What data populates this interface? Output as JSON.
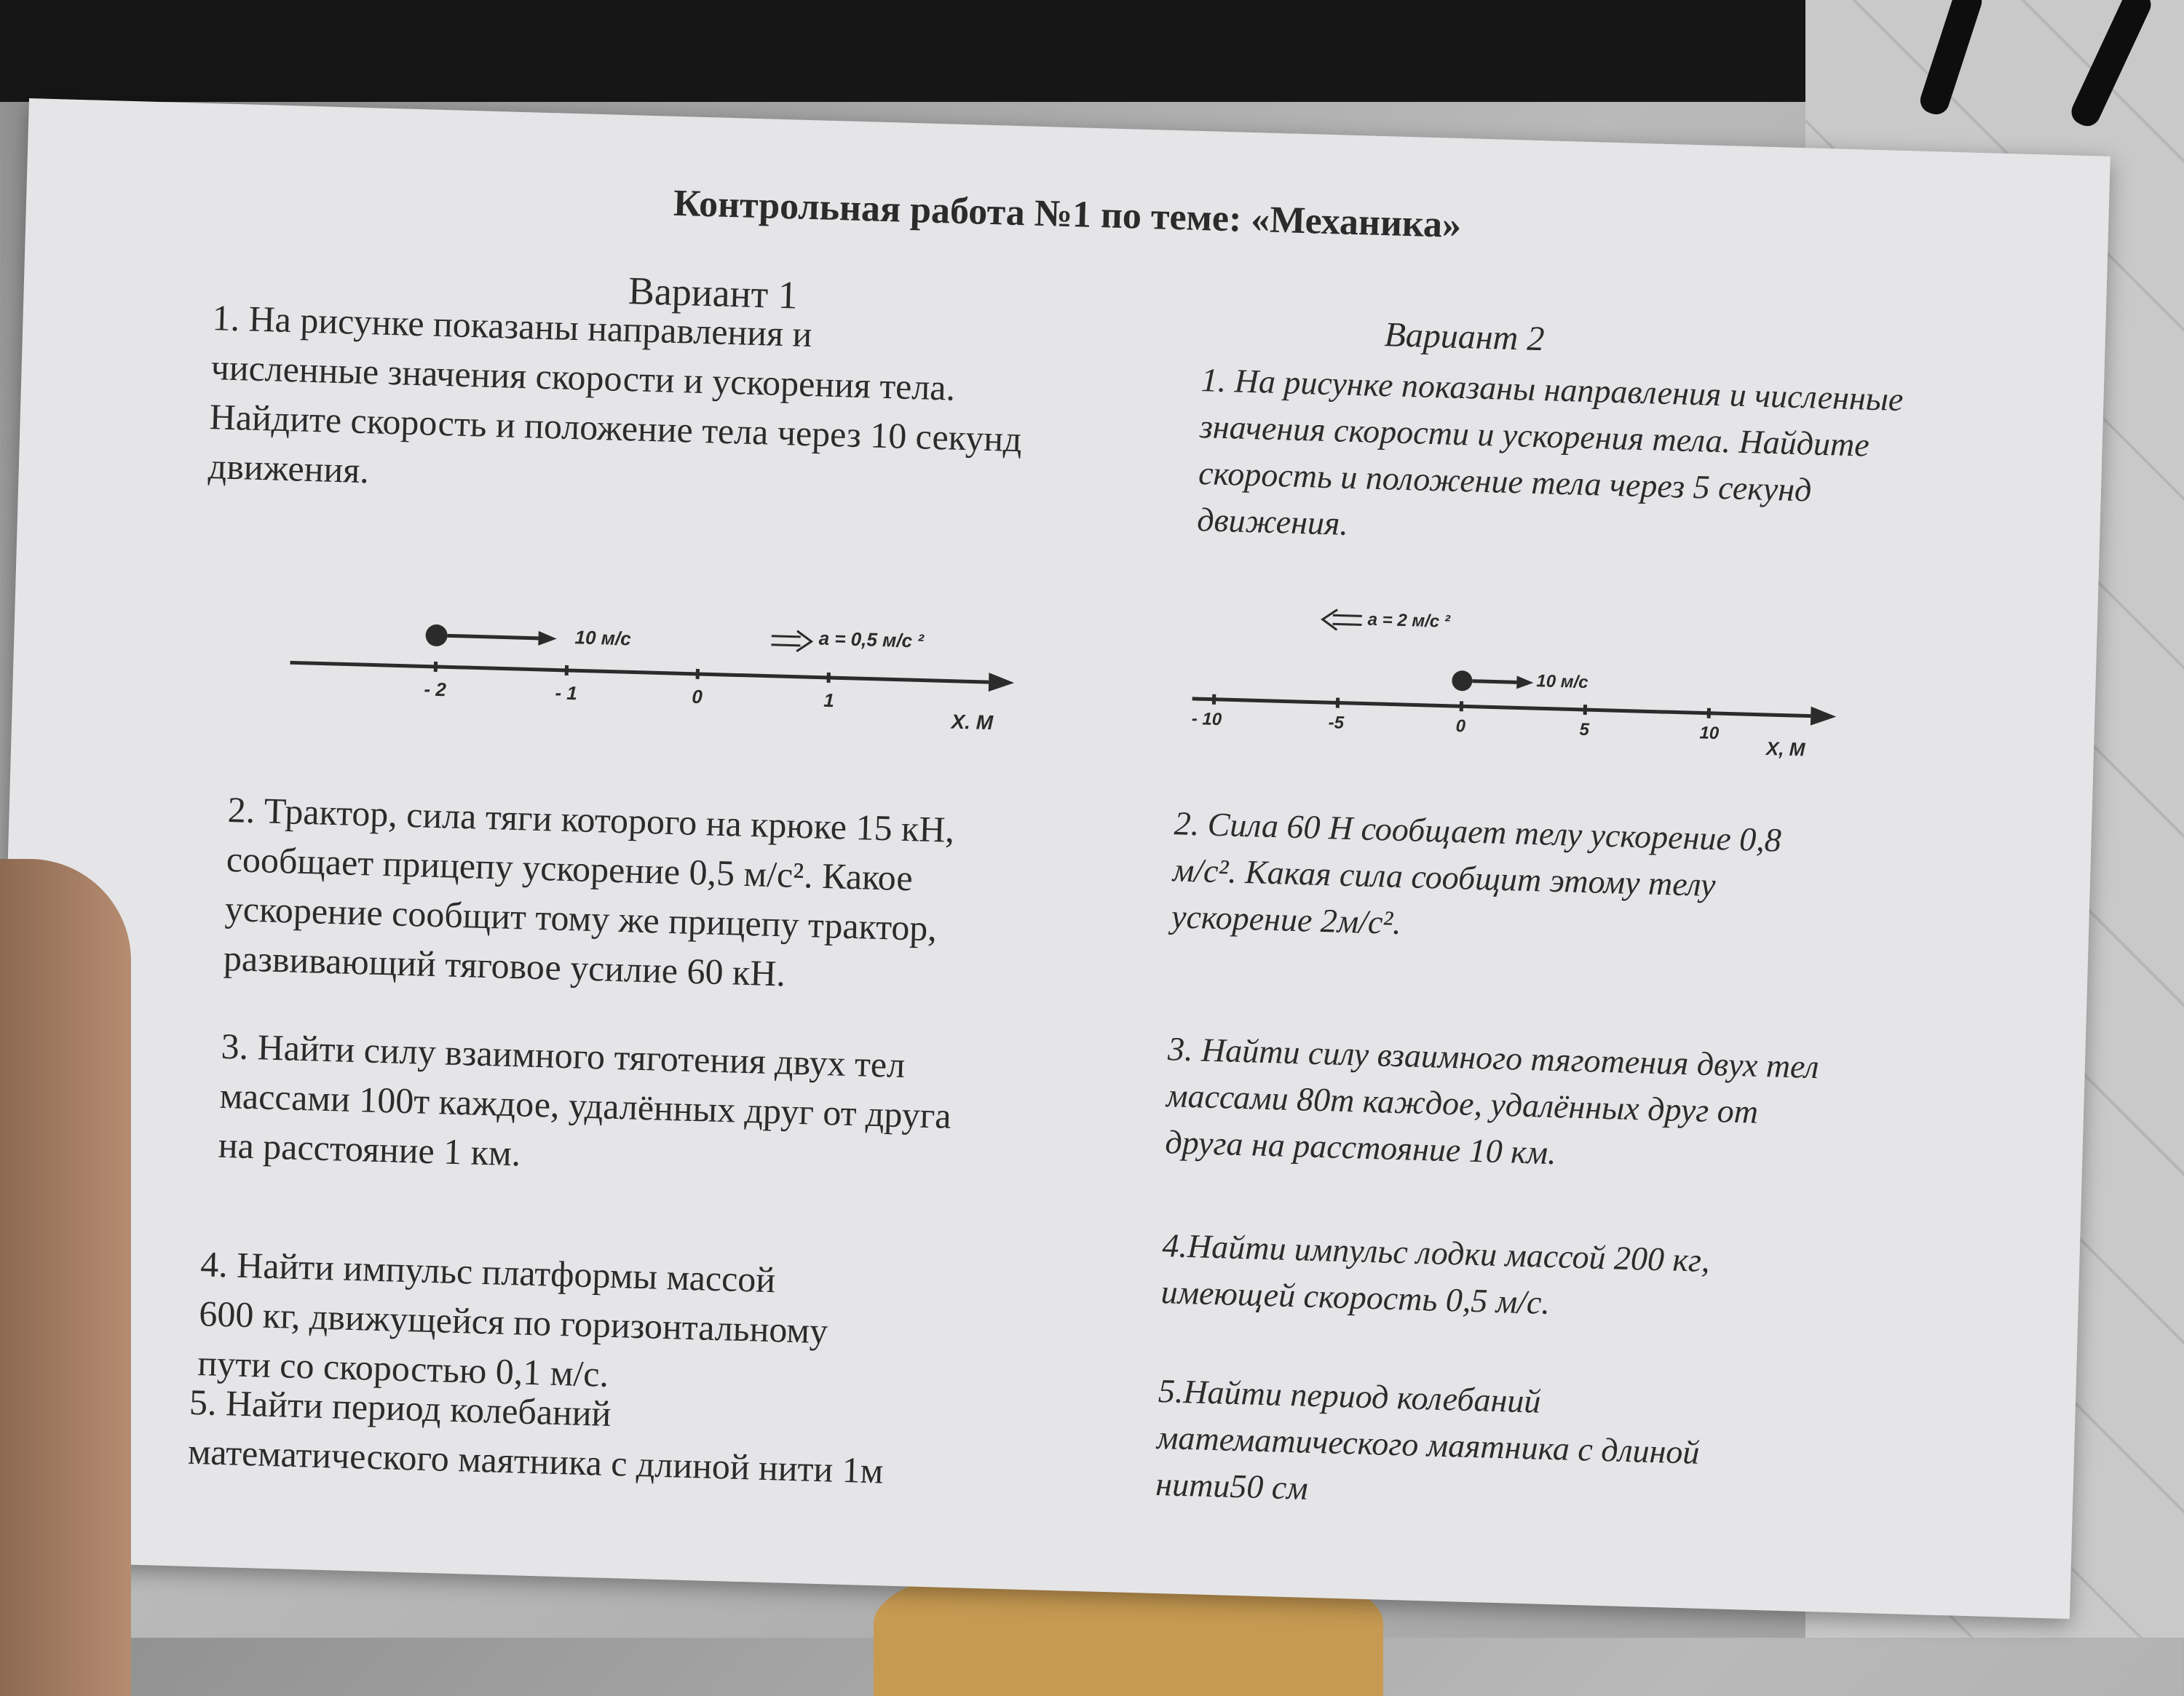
{
  "title": "Контрольная работа №1 по теме: «Механика»",
  "variant1": {
    "heading": "Вариант 1",
    "tasks": [
      "1.          На рисунке показаны направления и\nчисленные значения скорости и ускорения тела.\nНайдите скорость и положение тела через 10 секунд\nдвижения.",
      "2. Трактор, сила тяги которого на крюке 15 кН,\nсообщает прицепу ускорение 0,5 м/с². Какое\nускорение сообщит тому же прицепу трактор,\nразвивающий тяговое усилие 60 кН.",
      "3. Найти силу взаимного тяготения двух тел\nмассами 100т каждое, удалённых друг от друга\nна расстояние 1 км.",
      "4.          Найти импульс  платформы массой\n600 кг, движущейся по горизонтальному\nпути со скоростью 0,1 м/с.",
      "5.          Найти период колебаний\nматематического маятника с длиной нити 1м"
    ],
    "diagram": {
      "velocity": "10 м/с",
      "acceleration": "a = 0,5 м/с ²",
      "ticks": [
        "- 2",
        "- 1",
        "0",
        "1"
      ],
      "axis_label": "Х, М"
    }
  },
  "variant2": {
    "heading": "Вариант 2",
    "tasks": [
      "1. На рисунке показаны направления и численные\n   значения скорости и ускорения тела. Найдите\n   скорость и положение тела через 5 секунд\n   движения.",
      "2. Сила 60 Н сообщает телу ускорение 0,8\n   м/с². Какая сила сообщит этому телу\n   ускорение 2м/с².",
      "3. Найти силу взаимного тяготения двух тел\n   массами 80т каждое, удалённых друг от\n   друга на расстояние 10 км.",
      "4.Найти импульс  лодки массой 200 кг,\nимеющей скорость 0,5 м/с.",
      "5.Найти период колебаний\nматематического маятника с длиной\nнити50 см"
    ],
    "diagram": {
      "velocity": "10 м/с",
      "acceleration": "a = 2 м/с ²",
      "ticks": [
        "- 10",
        "-5",
        "0",
        "5",
        "10"
      ],
      "axis_label": "Х, М"
    }
  }
}
